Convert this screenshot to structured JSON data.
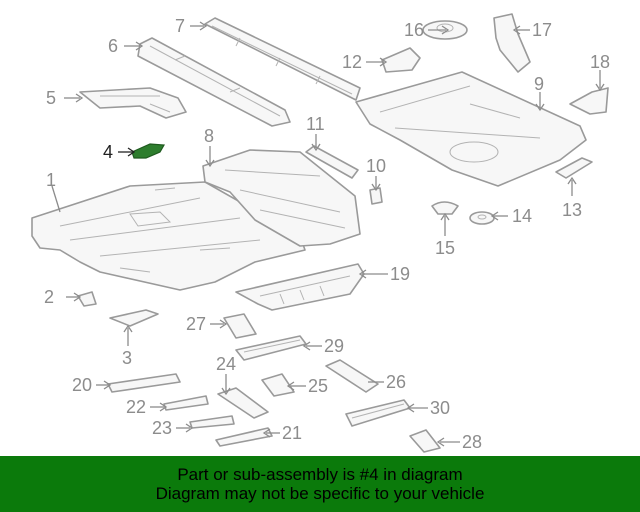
{
  "diagram": {
    "highlight_color": "#2d7d2d",
    "callouts": {
      "c1": "1",
      "c2": "2",
      "c3": "3",
      "c4": "4",
      "c5": "5",
      "c6": "6",
      "c7": "7",
      "c8": "8",
      "c9": "9",
      "c10": "10",
      "c11": "11",
      "c12": "12",
      "c13": "13",
      "c14": "14",
      "c15": "15",
      "c16": "16",
      "c17": "17",
      "c18": "18",
      "c19": "19",
      "c20": "20",
      "c21": "21",
      "c22": "22",
      "c23": "23",
      "c24": "24",
      "c25": "25",
      "c26": "26",
      "c27": "27",
      "c28": "28",
      "c29": "29",
      "c30": "30"
    }
  },
  "banner": {
    "line1": "Part or sub-assembly is #4 in diagram",
    "line2": "Diagram may not be specific to your vehicle",
    "background_color": "#0b7a0b"
  }
}
